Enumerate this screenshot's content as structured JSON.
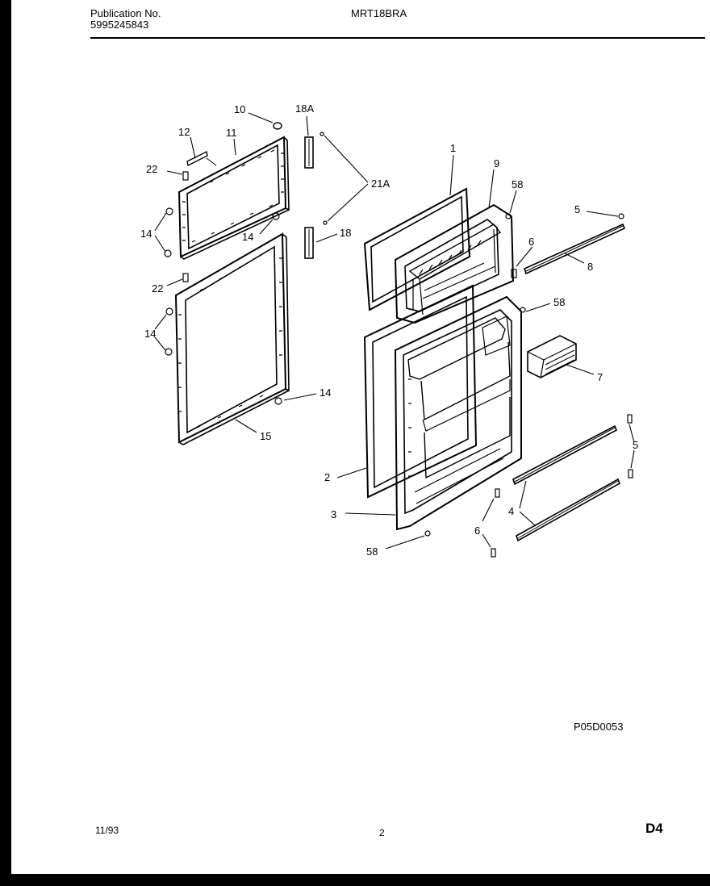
{
  "header": {
    "publication_label": "Publication No.",
    "publication_number": "5995245843",
    "model": "MRT18BRA"
  },
  "diagram": {
    "labels": {
      "c10": "10",
      "c18a": "18A",
      "c12": "12",
      "c11": "11",
      "c22a": "22",
      "c21a": "21A",
      "c14a": "14",
      "c14b": "14",
      "c18": "18",
      "c22b": "22",
      "c14c": "14",
      "c14d": "14",
      "c15": "15",
      "c1": "1",
      "c9": "9",
      "c58a": "58",
      "c5a": "5",
      "c6a": "6",
      "c8": "8",
      "c58b": "58",
      "c7": "7",
      "c5b": "5",
      "c2": "2",
      "c3": "3",
      "c4": "4",
      "c6b": "6",
      "c58c": "58"
    },
    "figure_code": "P05D0053"
  },
  "footer": {
    "date": "11/93",
    "page": "2",
    "section": "D4"
  }
}
